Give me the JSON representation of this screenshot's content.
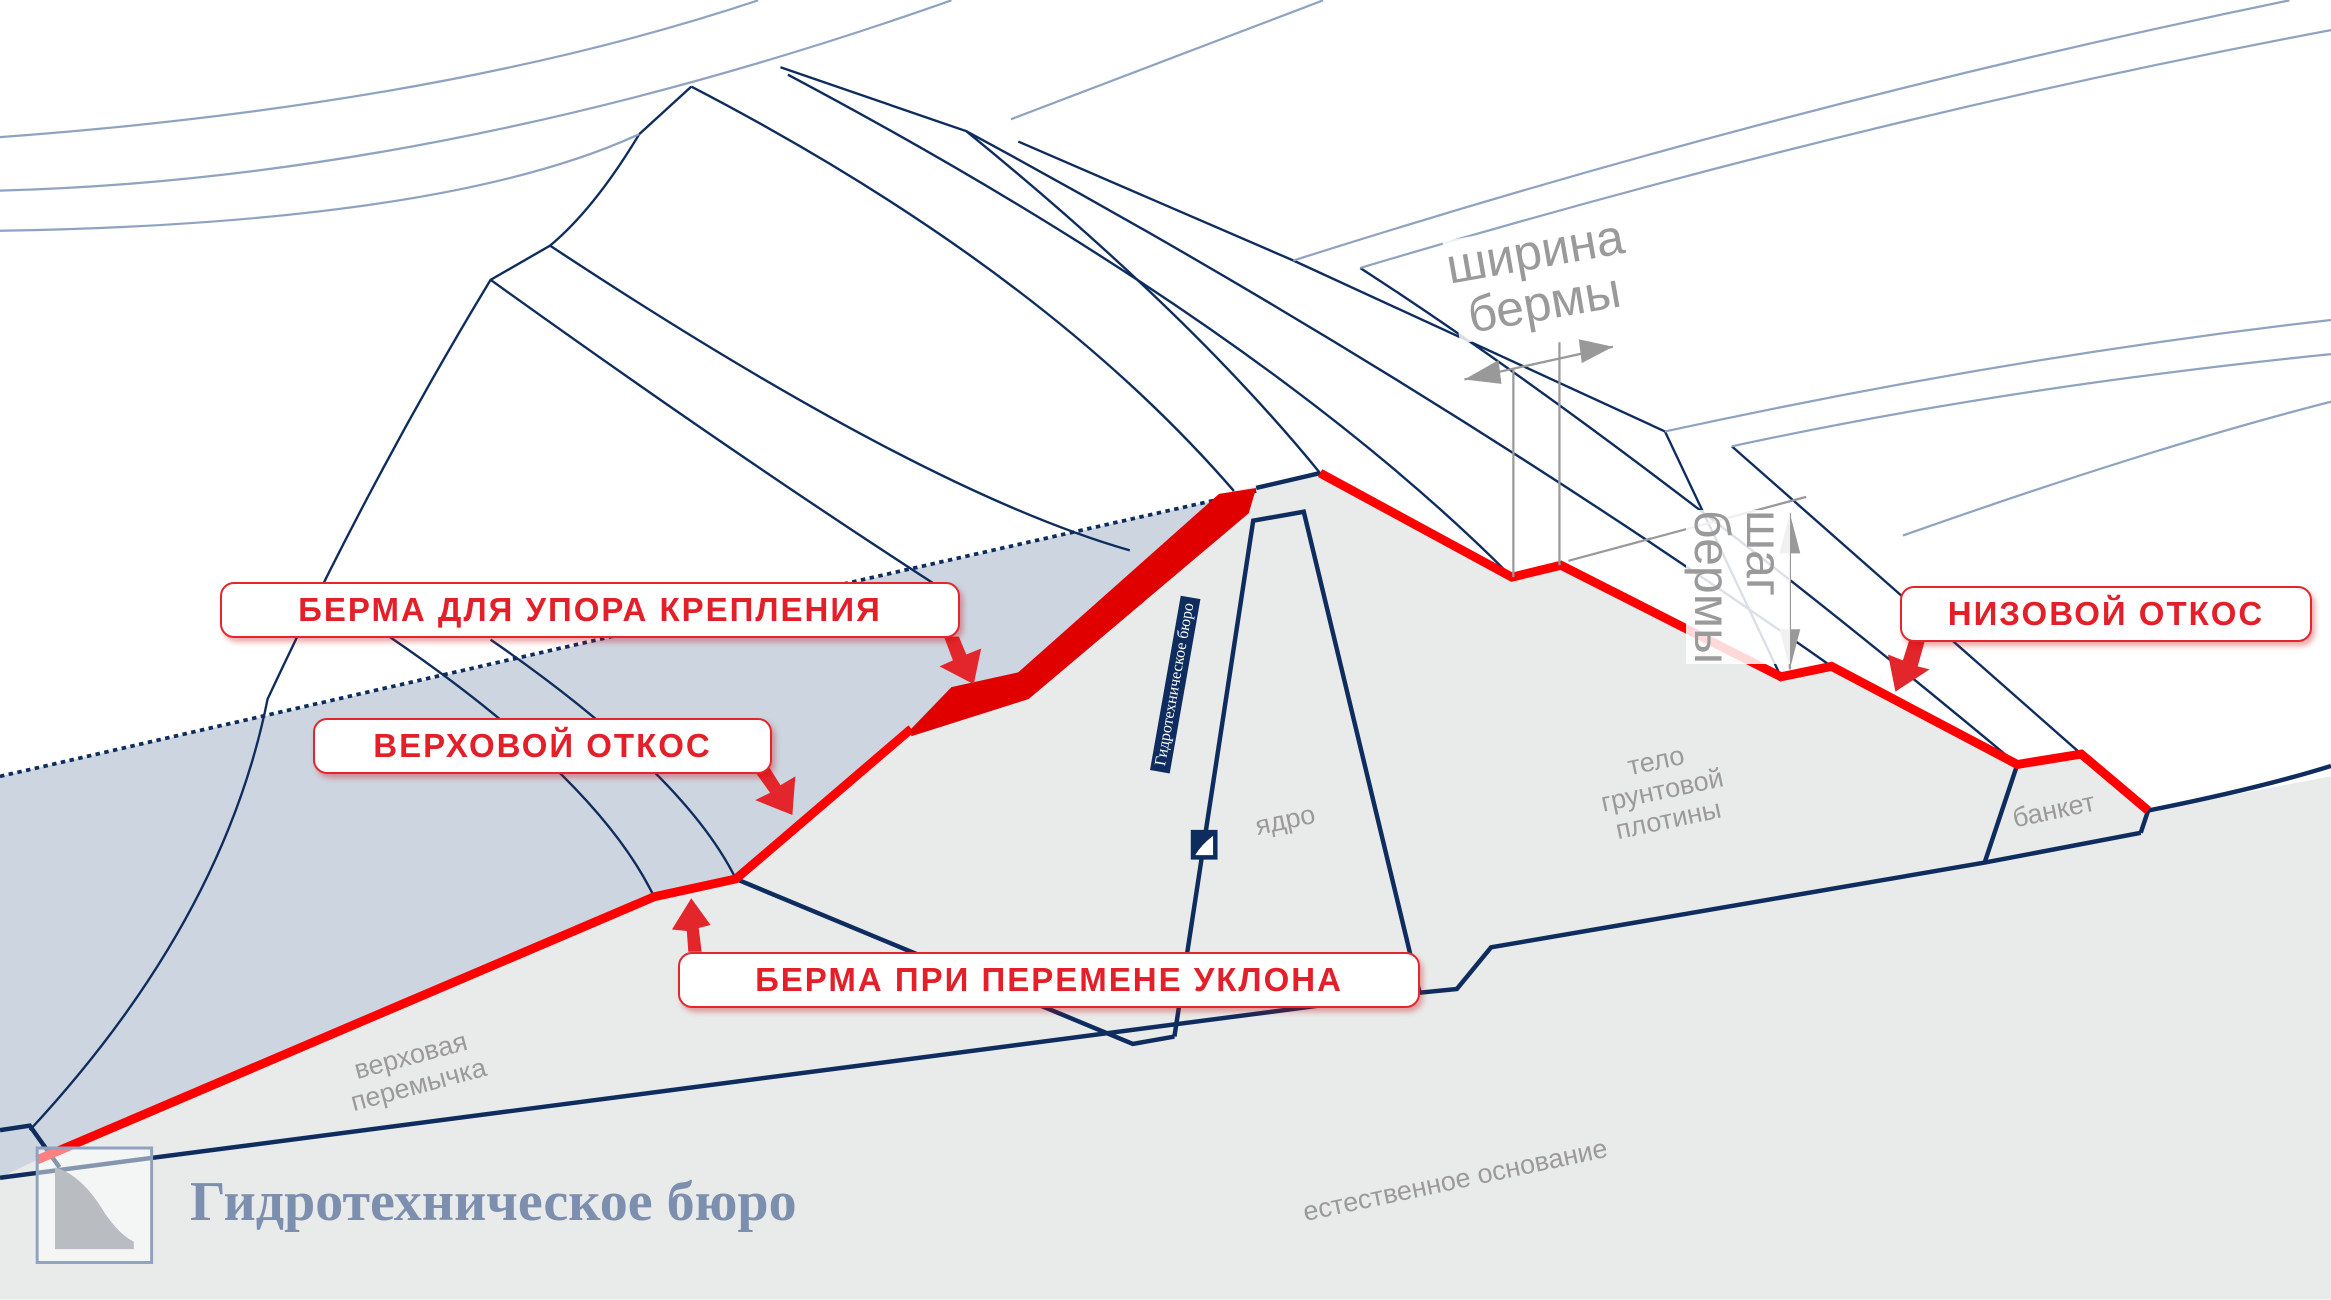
{
  "callouts": {
    "berm_support": "БЕРМА ДЛЯ УПОРА КРЕПЛЕНИЯ",
    "upstream_slope": "ВЕРХОВОЙ ОТКОС",
    "berm_slope_change": "БЕРМА ПРИ ПЕРЕМЕНЕ УКЛОНА",
    "downstream_slope": "НИЗОВОЙ ОТКОС"
  },
  "dimensions": {
    "berm_width_line1": "ширина",
    "berm_width_line2": "бермы",
    "berm_step_line1": "шаг",
    "berm_step_line2": "бермы"
  },
  "labels": {
    "core": "ядро",
    "body_line1": "тело",
    "body_line2": "грунтовой",
    "body_line3": "плотины",
    "banquet": "банкет",
    "cofferdam_line1": "верховая",
    "cofferdam_line2": "перемычка",
    "foundation": "естественное основание"
  },
  "branding": {
    "name": "Гидротехническое бюро",
    "vertical": "Гидротехническое бюро"
  },
  "colors": {
    "profile_line": "#ff0000",
    "structure_line": "#0e2d5e",
    "water": "#cdd5e0",
    "soil": "#e9ebeb",
    "callout_text": "#e3202a"
  }
}
